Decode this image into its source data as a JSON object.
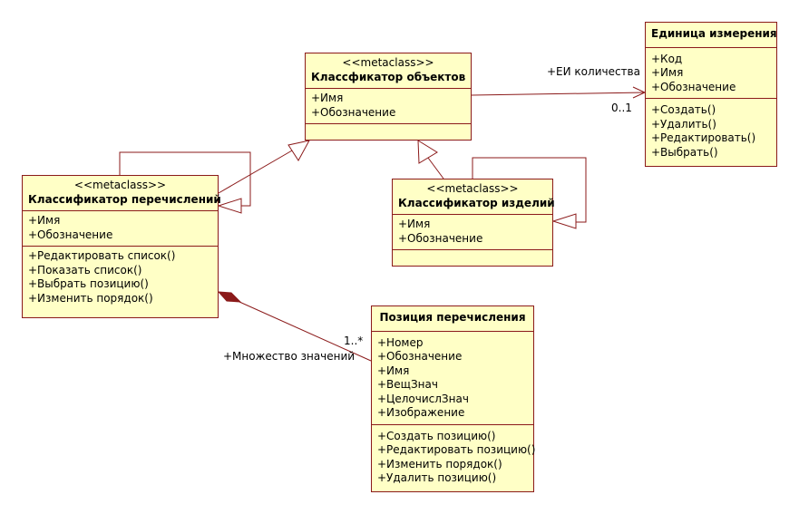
{
  "diagram": {
    "classes": {
      "obj": {
        "stereotype": "<<metaclass>>",
        "name": "Классфикатор объектов",
        "attributes": [
          "+Имя",
          "+Обозначение"
        ],
        "operations": []
      },
      "enum": {
        "stereotype": "<<metaclass>>",
        "name": "Классификатор перечислений",
        "attributes": [
          "+Имя",
          "+Обозначение"
        ],
        "operations": [
          "+Редактировать список()",
          "+Показать список()",
          "+Выбрать позицию()",
          "+Изменить порядок()"
        ]
      },
      "prod": {
        "stereotype": "<<metaclass>>",
        "name": "Классификатор изделий",
        "attributes": [
          "+Имя",
          "+Обозначение"
        ],
        "operations": []
      },
      "unit": {
        "name": "Единица измерения",
        "attributes": [
          "+Код",
          "+Имя",
          "+Обозначение"
        ],
        "operations": [
          "+Создать()",
          "+Удалить()",
          "+Редактировать()",
          "+Выбрать()"
        ]
      },
      "pos": {
        "name": "Позиция перечисления",
        "attributes": [
          "+Номер",
          "+Обозначение",
          "+Имя",
          "+ВещЗнач",
          "+ЦелочислЗнач",
          "+Изображение"
        ],
        "operations": [
          "+Создать позицию()",
          "+Редактировать позицию()",
          "+Изменить порядок()",
          "+Удалить позицию()"
        ]
      }
    },
    "labels": {
      "ei_role": "+ЕИ количества",
      "ei_mult": "0..1",
      "set_role": "+Множество значений",
      "set_mult": "1..*"
    },
    "colors": {
      "box_fill": "#ffffc6",
      "line": "#8b1a1a"
    }
  }
}
